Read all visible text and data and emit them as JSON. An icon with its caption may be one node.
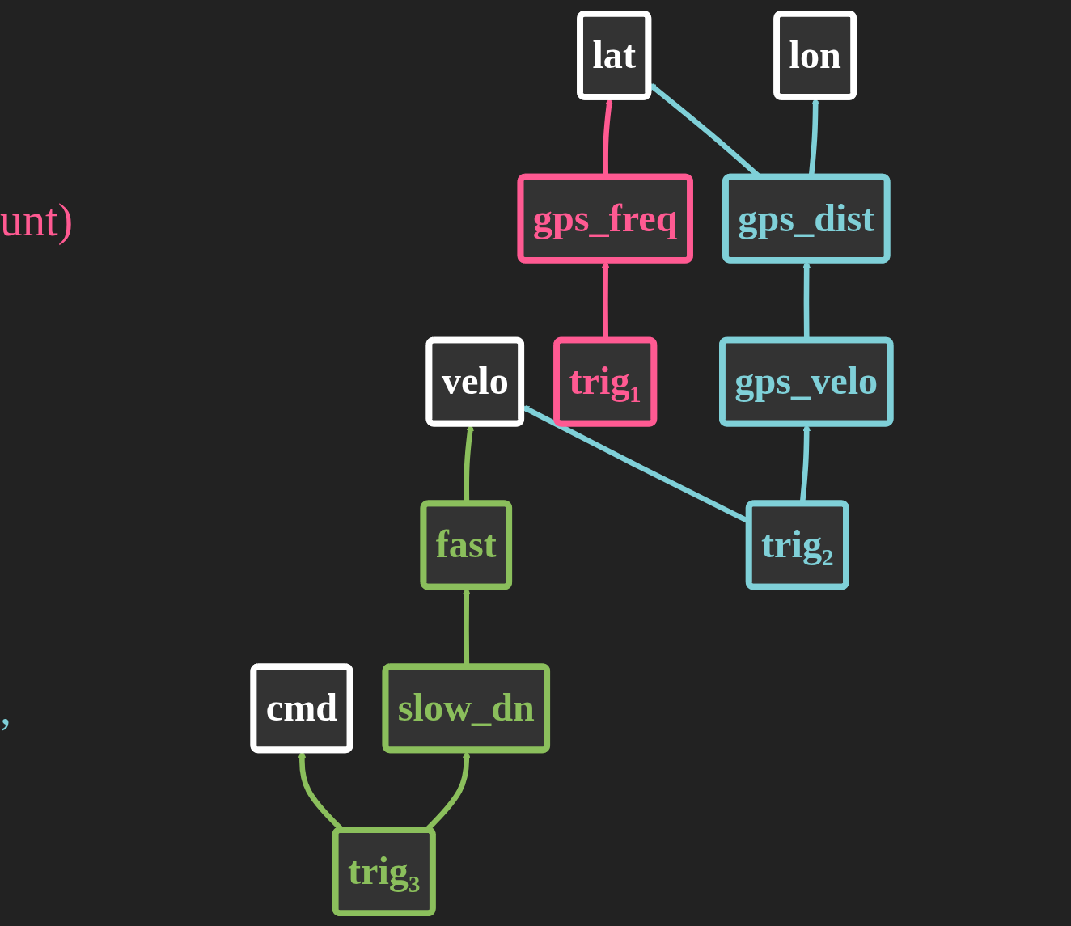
{
  "diagram": {
    "nodes": [
      {
        "text": [
          "lat"
        ]
      },
      {
        "text": [
          "lon"
        ]
      },
      {
        "text": [
          "velo"
        ]
      },
      {
        "text": [
          "cmd"
        ]
      },
      {
        "text": [
          "gps_freq"
        ]
      },
      {
        "text": [
          "gps_dist"
        ]
      },
      {
        "text": [
          "fast"
        ]
      },
      {
        "text": [
          "trig₁"
        ]
      },
      {
        "text": [
          "gps_velo"
        ]
      },
      {
        "text": [
          "slow_dn"
        ]
      },
      {
        "text": [
          "trig₂"
        ]
      },
      {
        "text": [
          "trig₃"
        ]
      }
    ],
    "edges": [
      {
        "from": 4,
        "to": 0,
        "arrow": "to",
        "color": "#ff5a92"
      },
      {
        "from": 5,
        "to": 0,
        "arrow": "to",
        "color": "#7fd0d8"
      },
      {
        "from": 5,
        "to": 1,
        "arrow": "to",
        "color": "#7fd0d8"
      },
      {
        "from": 10,
        "to": 2,
        "arrow": "to",
        "color": "#7fd0d8"
      },
      {
        "from": 6,
        "to": 2,
        "arrow": "to",
        "color": "#8bbf5c"
      },
      {
        "from": 11,
        "to": 3,
        "arrow": "to",
        "color": "#8bbf5c"
      },
      {
        "from": 7,
        "to": 4,
        "arrow": "to",
        "color": "#ff5a92"
      },
      {
        "from": 8,
        "to": 5,
        "arrow": "to",
        "color": "#7fd0d8"
      },
      {
        "from": 9,
        "to": 6,
        "arrow": "to",
        "color": "#8bbf5c"
      },
      {
        "from": 10,
        "to": 8,
        "arrow": "to",
        "color": "#7fd0d8"
      },
      {
        "from": 11,
        "to": 9,
        "arrow": "to",
        "color": "#8bbf5c"
      }
    ],
    "labels": [
      "unt)",
      ","
    ]
  }
}
